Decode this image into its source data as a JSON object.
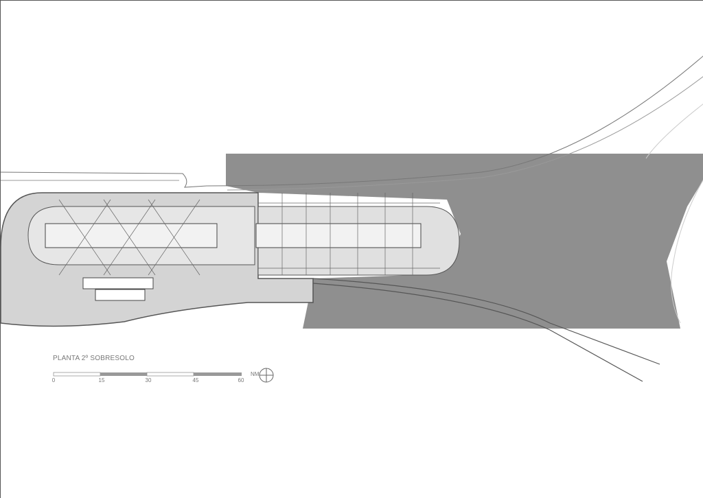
{
  "drawing": {
    "title": "PLANTA 2º SOBRESOLO",
    "scale": {
      "ticks": [
        "0",
        "15",
        "30",
        "45",
        "60"
      ],
      "unit_note": "metres"
    },
    "north_label": "NM",
    "colors": {
      "terrain": "#8f8f8f",
      "platform": "#d9d9d9",
      "line": "#555555"
    }
  }
}
